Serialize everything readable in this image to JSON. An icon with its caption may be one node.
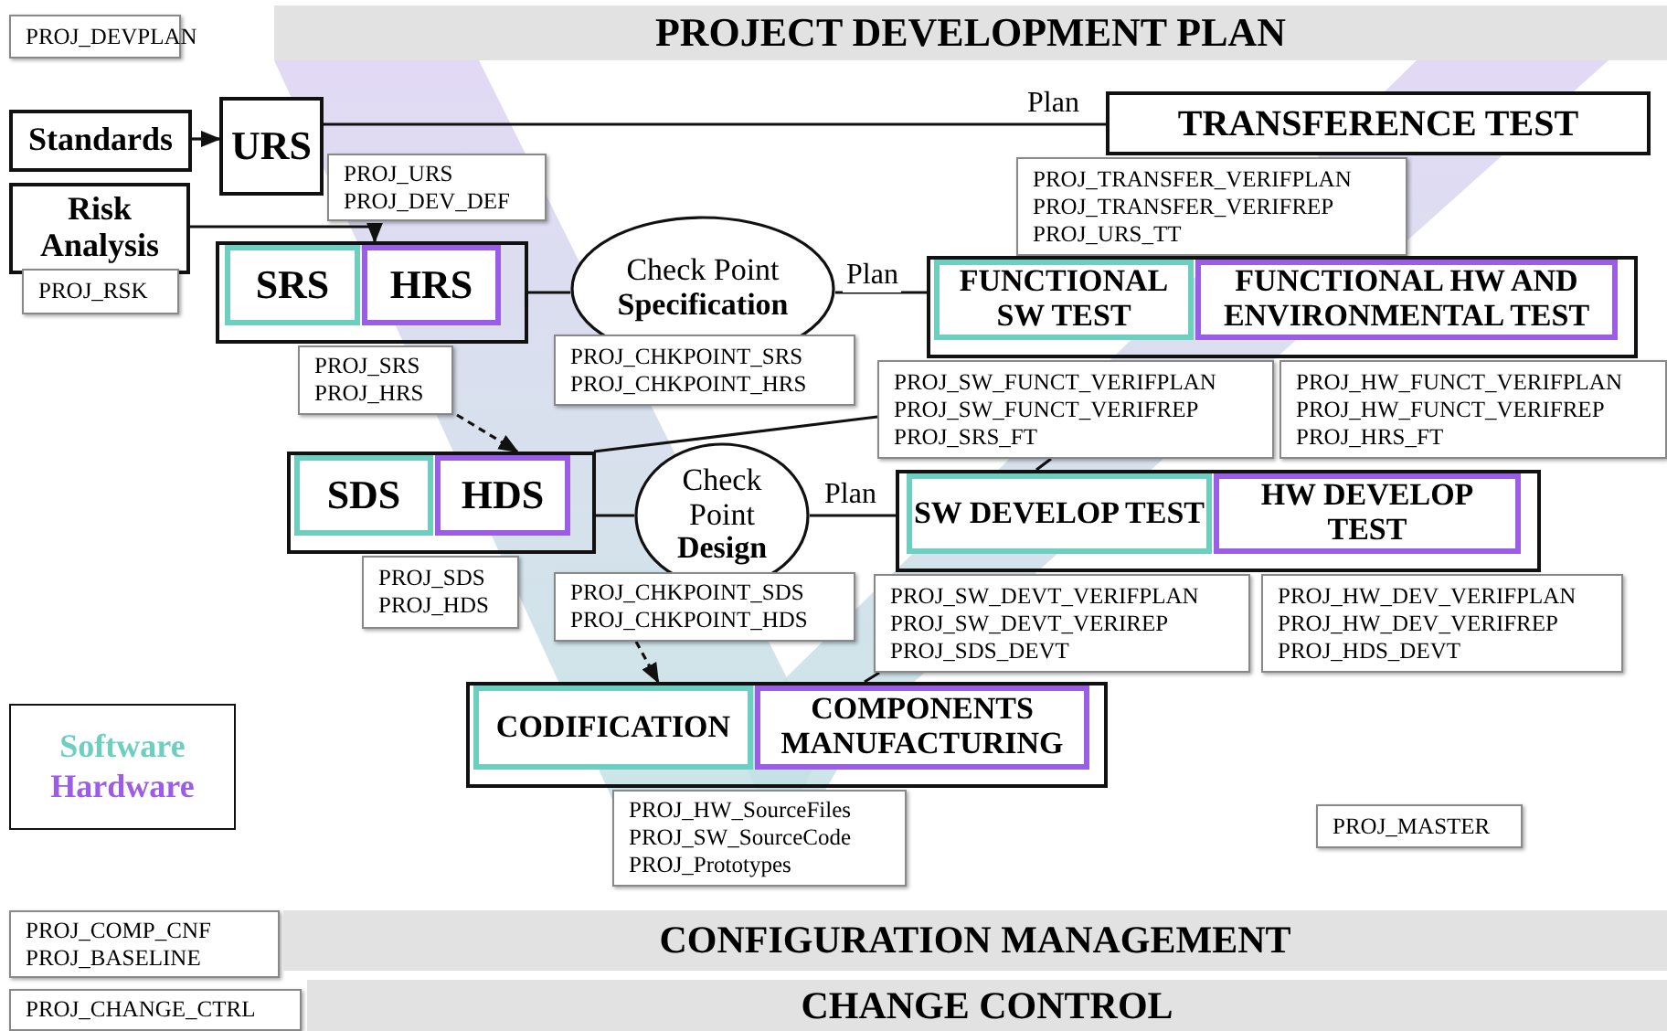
{
  "diagram": {
    "nodes": [
      {
        "text": [
          "PROJ_DEVPLAN"
        ]
      },
      {
        "text": [
          "Standards"
        ]
      },
      {
        "text": [
          "URS"
        ]
      },
      {
        "text": [
          "PROJ_URS",
          "PROJ_DEV_DEF"
        ]
      },
      {
        "text": [
          "Risk Analysis"
        ]
      },
      {
        "text": [
          "PROJ_RSK"
        ]
      },
      {
        "text": [
          "TRANSFERENCE TEST"
        ]
      },
      {
        "text": [
          "PROJ_TRANSFER_VERIFPLAN",
          "PROJ_TRANSFER_VERIFREP",
          "PROJ_URS_TT"
        ]
      },
      {
        "text": [],
        "shape": "box"
      },
      {
        "text": [
          "SRS"
        ],
        "in": 8
      },
      {
        "text": [
          "HRS"
        ],
        "in": 8
      },
      {
        "text": [
          "PROJ_SRS",
          "PROJ_HRS"
        ]
      },
      {
        "text": [
          "Check Point **Specification**"
        ]
      },
      {
        "text": [
          "PROJ_CHKPOINT_SRS",
          "PROJ_CHKPOINT_HRS"
        ]
      },
      {
        "text": [],
        "shape": "box"
      },
      {
        "text": [
          "FUNCTIONAL SW TEST"
        ],
        "in": 14
      },
      {
        "text": [
          "FUNCTIONAL HW AND ENVIRONMENTAL TEST"
        ],
        "in": 14
      },
      {
        "text": [
          "PROJ_SW_FUNCT_VERIFPLAN",
          "PROJ_SW_FUNCT_VERIFREP",
          "PROJ_SRS_FT"
        ]
      },
      {
        "text": [
          "PROJ_HW_FUNCT_VERIFPLAN",
          "PROJ_HW_FUNCT_VERIFREP",
          "PROJ_HRS_FT"
        ]
      },
      {
        "text": [],
        "shape": "box"
      },
      {
        "text": [
          "SDS"
        ],
        "in": 19
      },
      {
        "text": [
          "HDS"
        ],
        "in": 19
      },
      {
        "text": [
          "PROJ_SDS",
          "PROJ_HDS"
        ]
      },
      {
        "text": [
          "Check Point **Design**"
        ]
      },
      {
        "text": [
          "PROJ_CHKPOINT_SDS",
          "PROJ_CHKPOINT_HDS"
        ]
      },
      {
        "text": [],
        "shape": "box"
      },
      {
        "text": [
          "SW DEVELOP TEST"
        ],
        "in": 25
      },
      {
        "text": [
          "HW DEVELOP TEST"
        ],
        "in": 25
      },
      {
        "text": [
          "PROJ_SW_DEVT_VERIFPLAN",
          "PROJ_SW_DEVT_VERIREP",
          "PROJ_SDS_DEVT"
        ]
      },
      {
        "text": [
          "PROJ_HW_DEV_VERIFPLAN",
          "PROJ_HW_DEV_VERIFREP",
          "PROJ_HDS_DEVT"
        ]
      },
      {
        "text": [],
        "shape": "box"
      },
      {
        "text": [
          "CODIFICATION"
        ],
        "in": 30
      },
      {
        "text": [
          "COMPONENTS MANUFACTURING"
        ],
        "in": 30
      },
      {
        "text": [
          "PROJ_HW_SourceFiles",
          "PROJ_SW_SourceCode",
          "PROJ_Prototypes"
        ]
      },
      {
        "text": [
          "PROJ_MASTER"
        ]
      },
      {
        "text": [
          "PROJ_COMP_CNF",
          "PROJ_BASELINE"
        ]
      },
      {
        "text": [
          "CONFIGURATION MANAGEMENT"
        ]
      },
      {
        "text": [
          "PROJ_CHANGE_CTRL"
        ]
      },
      {
        "text": [
          "CHANGE CONTROL"
        ]
      },
      {
        "text": [
          "PROJECT DEVELOPMENT PLAN"
        ]
      }
    ],
    "edges": [
      {
        "from": 1,
        "to": 2,
        "arrow": "to"
      },
      {
        "from": 4,
        "to": 8,
        "arrow": "to"
      },
      {
        "from": 2,
        "to": 6,
        "arrow": "none",
        "label": "Plan"
      },
      {
        "from": 8,
        "to": 12,
        "arrow": "none"
      },
      {
        "from": 12,
        "to": 14,
        "arrow": "none",
        "label": "Plan"
      },
      {
        "from": 11,
        "to": 19,
        "arrow": "to",
        "style": "dashed"
      },
      {
        "from": 19,
        "to": 17,
        "arrow": "none"
      },
      {
        "from": 19,
        "to": 23,
        "arrow": "none"
      },
      {
        "from": 23,
        "to": 25,
        "arrow": "none",
        "label": "Plan"
      },
      {
        "from": 24,
        "to": 30,
        "arrow": "to",
        "style": "dashed"
      },
      {
        "from": 17,
        "to": 25,
        "arrow": "none"
      },
      {
        "from": 30,
        "to": 28,
        "arrow": "none"
      }
    ],
    "legend": [
      {
        "text": "Software",
        "color": "#6ccfbf"
      },
      {
        "text": "Hardware",
        "color": "#9b5de5"
      }
    ]
  }
}
